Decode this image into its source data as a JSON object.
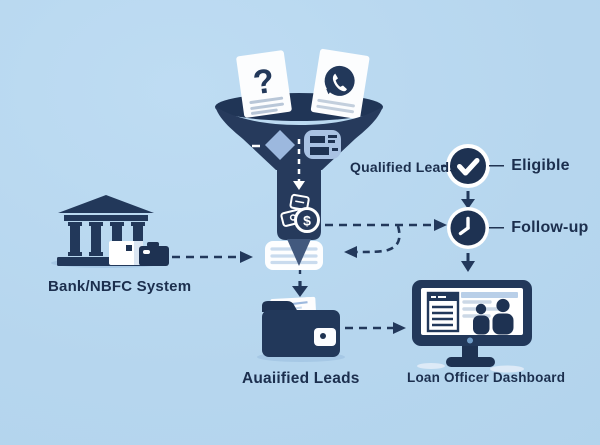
{
  "labels": {
    "qualified_leads": "Qualified Leads",
    "eligible": "Eligible",
    "follow_up": "Follow-up",
    "bank_system": "Bank/NBFC System",
    "folder": "Auaiified Leads",
    "dashboard": "Loan Officer Dashboard"
  },
  "glyphs": {
    "dash": "—",
    "question_mark": "?",
    "dollar": "$"
  },
  "icons": [
    "funnel-icon",
    "document-question-icon",
    "document-whatsapp-icon",
    "diamond-icon",
    "lead-card-icon",
    "money-icon",
    "qualified-card-icon",
    "check-icon",
    "clock-icon",
    "bank-building-icon",
    "briefcase-icon",
    "folder-icon",
    "papers-icon",
    "monitor-dashboard-icon",
    "person-icon"
  ],
  "colors": {
    "background": "#b8d7ee",
    "navy": "#22385a",
    "navy_dark": "#1e3252",
    "funnel": "#263a5c",
    "funnel_tip": "#42597e",
    "periwinkle": "#9cb8de",
    "card_line": "#c9dbee",
    "white": "#ffffff",
    "shadow": "#a6c8e5",
    "text": "#1c2f4e"
  },
  "edges": [
    "documents -> funnel",
    "funnel -> qualified-card",
    "funnel -> follow-up-clock",
    "follow-up-clock -> qualified-card",
    "eligible-check -> follow-up-clock",
    "follow-up-clock -> dashboard",
    "bank-system -> qualified-card",
    "qualified-card -> folder",
    "folder -> dashboard"
  ]
}
